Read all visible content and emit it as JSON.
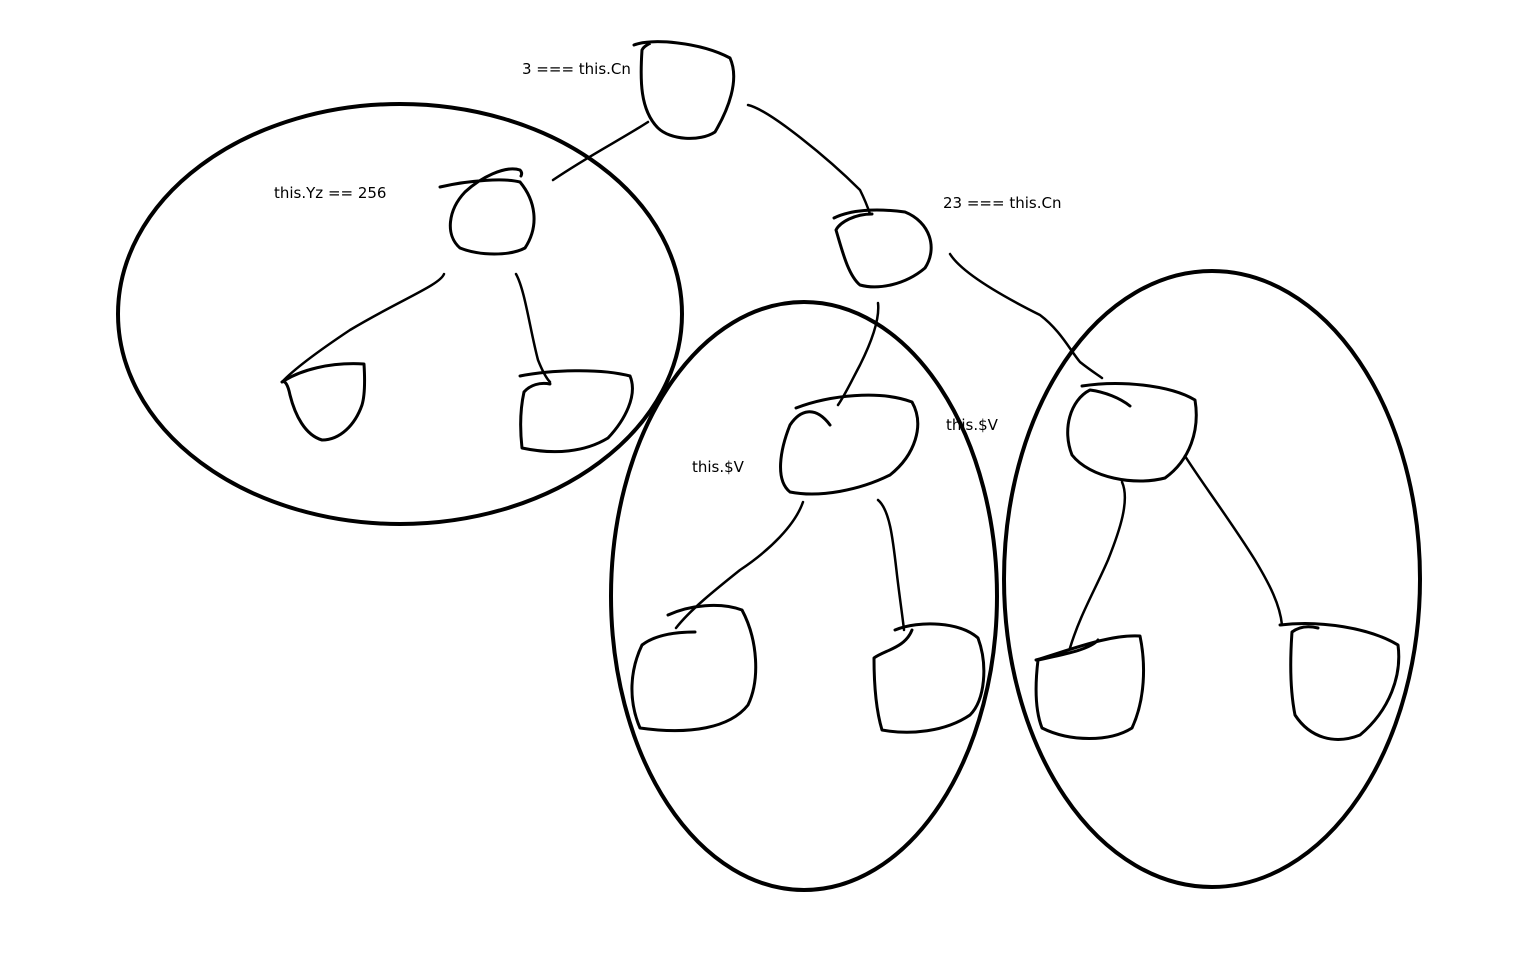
{
  "diagram": {
    "labels": {
      "root": "3 === this.Cn",
      "right_child": "23 === this.Cn",
      "left_subtree": "this.Yz == 256",
      "middle_subtree": "this.$V",
      "right_subtree": "this.$V"
    },
    "colors": {
      "background": "#ffffff",
      "ink": "#000000"
    }
  }
}
